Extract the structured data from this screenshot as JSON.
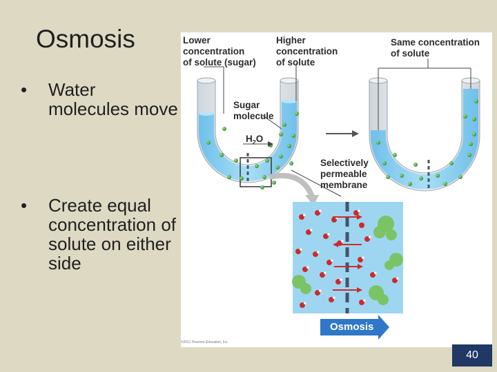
{
  "slide": {
    "title": "Osmosis",
    "bullets": [
      {
        "marker": "•",
        "text": "Water molecules move"
      },
      {
        "marker": "•",
        "text": "Create equal concentration of solute on either side"
      }
    ],
    "slide_number": "40"
  },
  "figure": {
    "label_lower": "Lower\nconcentration\nof solute (sugar)",
    "label_higher": "Higher\nconcentration\nof solute",
    "label_same": "Same concentration\nof solute",
    "label_sugar_molecule": "Sugar\nmolecule",
    "label_h2o_main": "H",
    "label_h2o_sub": "2",
    "label_h2o_end": "O",
    "label_membrane": "Selectively\npermeable\nmembrane",
    "label_osmosis": "Osmosis",
    "copyright": "©2011 Pearson Education, Inc."
  },
  "colors": {
    "background": "#ddd9c3",
    "water": "#8fd0ef",
    "sugar": "#3aa13a",
    "membrane": "#44546a",
    "arrow": "#2f77c8",
    "slide_number_bg": "#1f3864"
  }
}
